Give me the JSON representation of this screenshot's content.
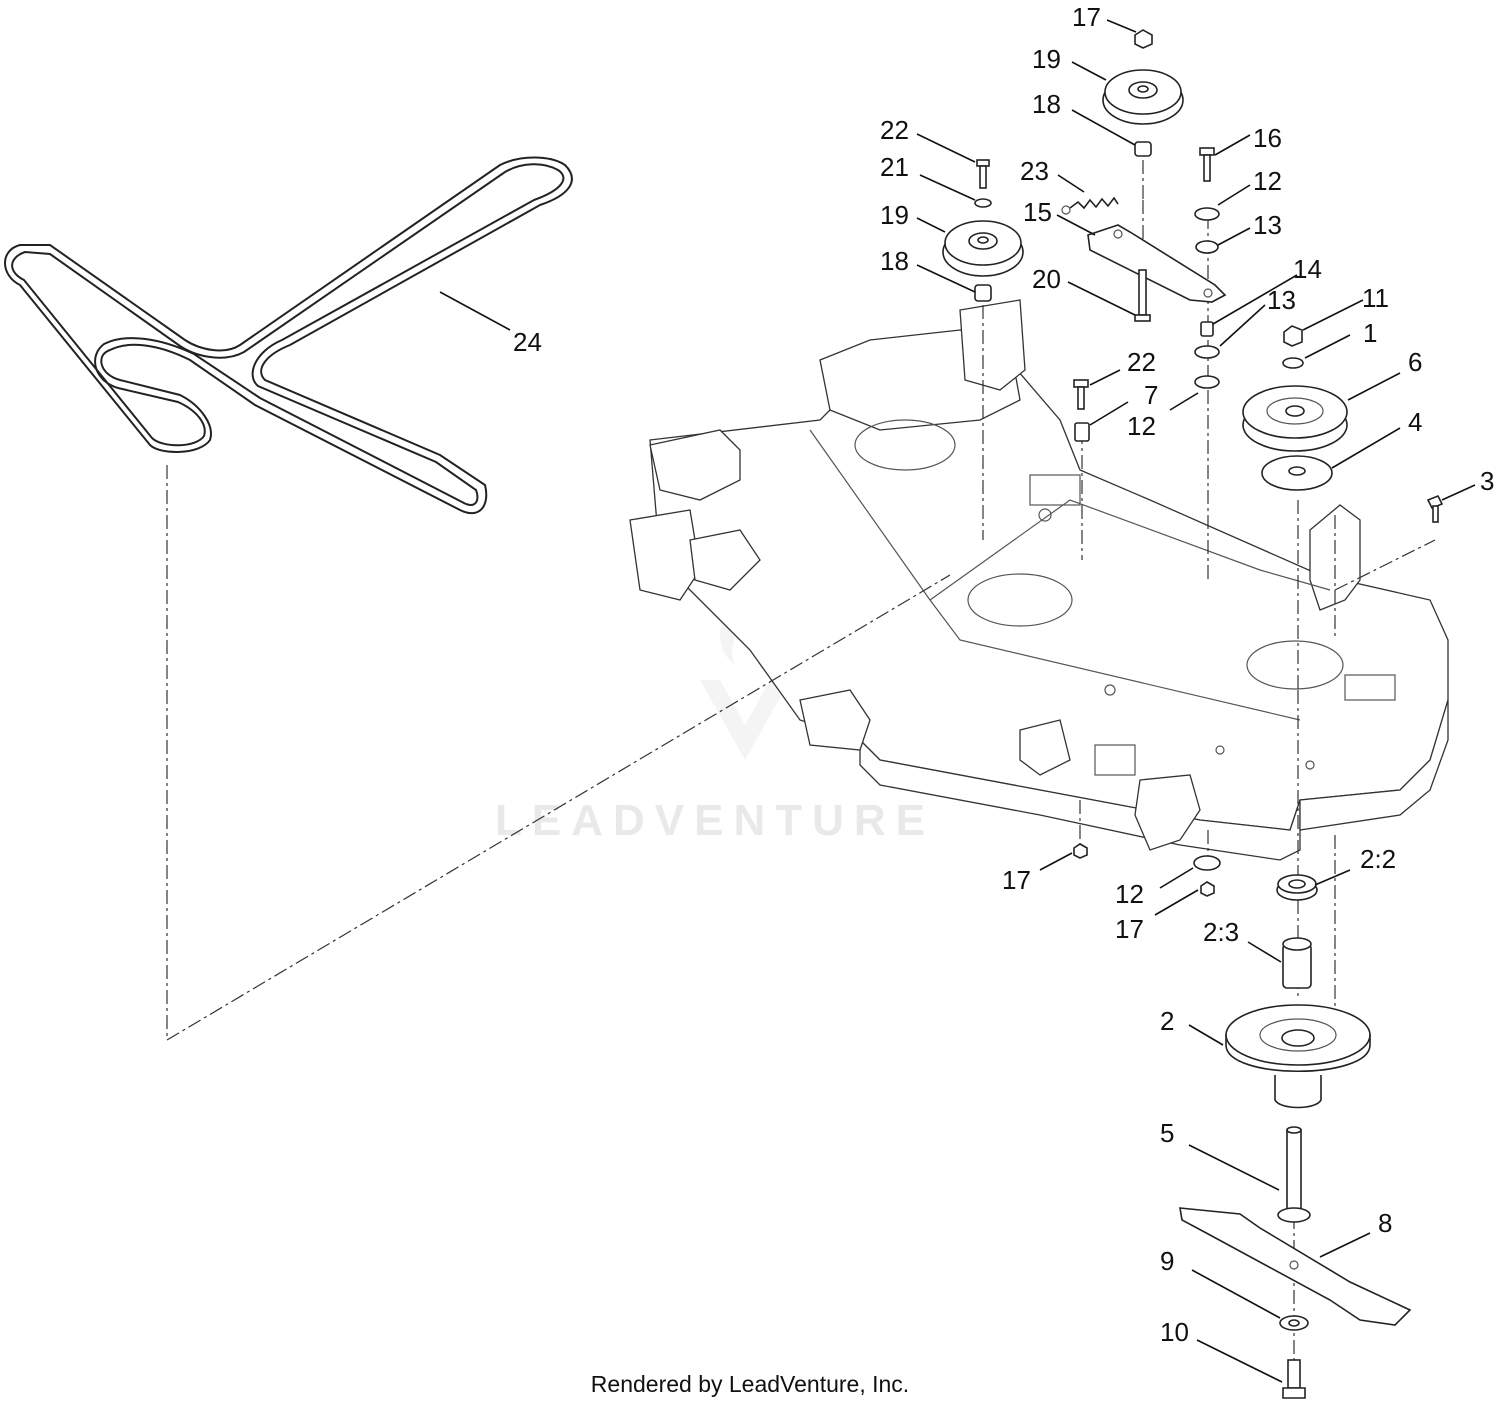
{
  "watermark": "LEADVENTURE",
  "footer": "Rendered by LeadVenture, Inc.",
  "callouts": {
    "c17_top": "17",
    "c19_top": "19",
    "c18_top": "18",
    "c22_left": "22",
    "c21": "21",
    "c19_left": "19",
    "c18_left": "18",
    "c23": "23",
    "c15": "15",
    "c20": "20",
    "c16": "16",
    "c12_a": "12",
    "c13_a": "13",
    "c14": "14",
    "c13_b": "13",
    "c11": "11",
    "c1": "1",
    "c6": "6",
    "c4": "4",
    "c3": "3",
    "c22_mid": "22",
    "c7": "7",
    "c12_b": "12",
    "c24": "24",
    "c17_bl": "17",
    "c12_c": "12",
    "c17_bm": "17",
    "c2_2": "2:2",
    "c2_3": "2:3",
    "c2": "2",
    "c5": "5",
    "c8": "8",
    "c9": "9",
    "c10": "10"
  },
  "parts": [
    "belt",
    "idler-pulley",
    "spacer",
    "bolt",
    "washer",
    "spring",
    "idler-arm",
    "flange-nut",
    "pulley",
    "spacer-washer",
    "spindle-housing",
    "bearing",
    "spindle-shaft",
    "blade",
    "blade-washer",
    "blade-bolt",
    "mower-deck"
  ]
}
